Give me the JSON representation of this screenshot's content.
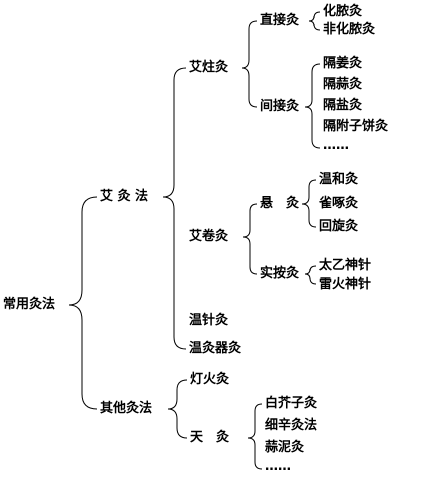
{
  "diagram": {
    "root": "常用灸法",
    "aijiu": {
      "label": "艾 灸 法",
      "aizhu": {
        "label": "艾炷灸",
        "zhijie": {
          "label": "直接灸",
          "items": [
            "化脓灸",
            "非化脓灸"
          ]
        },
        "jianjie": {
          "label": "间接灸",
          "items": [
            "隔姜灸",
            "隔蒜灸",
            "隔盐灸",
            "隔附子饼灸",
            "……"
          ]
        }
      },
      "aijuan": {
        "label": "艾卷灸",
        "xuan": {
          "label": "悬　灸",
          "items": [
            "温和灸",
            "雀啄灸",
            "回旋灸"
          ]
        },
        "shian": {
          "label": "实按灸",
          "items": [
            "太乙神针",
            "雷火神针"
          ]
        }
      },
      "wenzhen": "温针灸",
      "wenjiuqi": "温灸器灸"
    },
    "qita": {
      "label": "其他灸法",
      "denghuo": "灯火灸",
      "tian": {
        "label": "天　灸",
        "items": [
          "白芥子灸",
          "细辛灸法",
          "蒜泥灸",
          "……"
        ]
      }
    }
  }
}
